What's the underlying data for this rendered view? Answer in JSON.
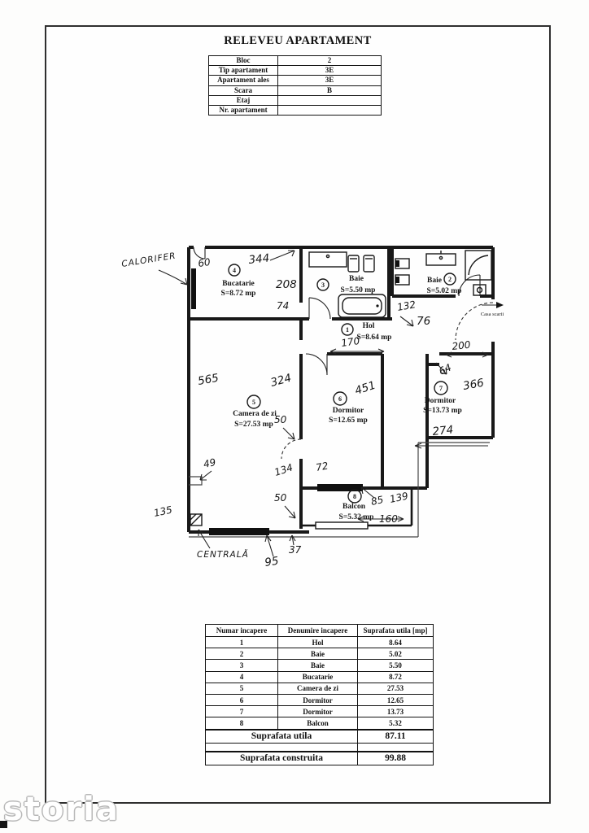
{
  "header": {
    "title": "RELEVEU APARTAMENT"
  },
  "info_table": {
    "rows": [
      {
        "label": "Bloc",
        "value": "2"
      },
      {
        "label": "Tip apartament",
        "value": "3E"
      },
      {
        "label": "Apartament ales",
        "value": "3E"
      },
      {
        "label": "Scara",
        "value": "B"
      },
      {
        "label": "Etaj",
        "value": ""
      },
      {
        "label": "Nr. apartament",
        "value": ""
      }
    ]
  },
  "plan": {
    "rooms": [
      {
        "num": "1",
        "name": "Hol",
        "area": "S=8.64 mp"
      },
      {
        "num": "2",
        "name": "Baie",
        "area": "S=5.02 mp"
      },
      {
        "num": "3",
        "name": "Baie",
        "area": "S=5.50 mp"
      },
      {
        "num": "4",
        "name": "Bucatarie",
        "area": "S=8.72 mp"
      },
      {
        "num": "5",
        "name": "Camera de zi",
        "area": "S=27.53 mp"
      },
      {
        "num": "6",
        "name": "Dormitor",
        "area": "S=12.65 mp"
      },
      {
        "num": "7",
        "name": "Dormitor",
        "area": "S=13.73 mp"
      },
      {
        "num": "8",
        "name": "Balcon",
        "area": "S=5.32 mp"
      }
    ],
    "annotations": {
      "calorifer": "CALORIFER",
      "centrala": "CENTRALĂ",
      "casa_scarii": "Casa scarii"
    },
    "dims": {
      "d60": "60",
      "d344": "344",
      "d208": "208",
      "d74": "74",
      "d132": "132",
      "d76": "76",
      "d170": "170",
      "d200": "200",
      "d64": "64",
      "d366": "366",
      "d274": "274",
      "d451": "451",
      "d324": "324",
      "d565": "565",
      "d50a": "50",
      "d49": "49",
      "d134": "134",
      "d72": "72",
      "d85": "85",
      "d139": "139",
      "d160": "160",
      "d50b": "50",
      "d37": "37",
      "d95": "95",
      "d135": "135"
    }
  },
  "area_table": {
    "headers": [
      "Numar incapere",
      "Denumire incapere",
      "Suprafata utila [mp]"
    ],
    "rows": [
      [
        "1",
        "Hol",
        "8.64"
      ],
      [
        "2",
        "Baie",
        "5.02"
      ],
      [
        "3",
        "Baie",
        "5.50"
      ],
      [
        "4",
        "Bucatarie",
        "8.72"
      ],
      [
        "5",
        "Camera de zi",
        "27.53"
      ],
      [
        "6",
        "Dormitor",
        "12.65"
      ],
      [
        "7",
        "Dormitor",
        "13.73"
      ],
      [
        "8",
        "Balcon",
        "5.32"
      ]
    ],
    "totals": [
      {
        "label": "Suprafata utila",
        "value": "87.11"
      },
      {
        "label": "Suprafata construita",
        "value": "99.88"
      }
    ]
  },
  "watermark": {
    "text": "storia"
  }
}
